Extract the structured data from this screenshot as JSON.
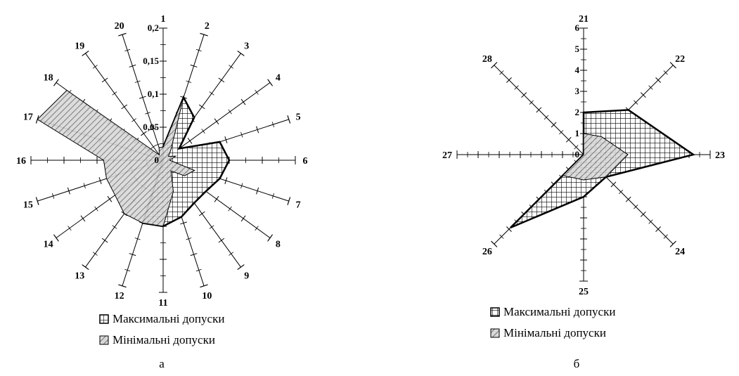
{
  "colors": {
    "max_fill": "#ffffff",
    "max_stroke": "#000000",
    "min_fill": "#ffffff",
    "min_stroke": "#000000"
  },
  "chart_data": [
    {
      "type": "radar",
      "panel_label": "а",
      "axes": [
        "1",
        "2",
        "3",
        "4",
        "5",
        "6",
        "7",
        "8",
        "9",
        "10",
        "11",
        "12",
        "13",
        "14",
        "15",
        "16",
        "17",
        "18",
        "19",
        "20"
      ],
      "rmax": 0.2,
      "ticks": [
        0.05,
        0.1,
        0.15,
        0.2
      ],
      "tick_labels": [
        "0",
        "0,05",
        "0,1",
        "0,15",
        "0,2"
      ],
      "series": [
        {
          "name": "Максимальні допуски",
          "pattern": "grid",
          "values": [
            0.02,
            0.1,
            0.08,
            0.03,
            0.09,
            0.1,
            0.09,
            0.08,
            0.08,
            0.09,
            0.1,
            0.1,
            0.0,
            0.0,
            0.0,
            0.0,
            0.0,
            0.0,
            0.0,
            0.0
          ]
        },
        {
          "name": "Мінімальні допуски",
          "pattern": "hatch",
          "values": [
            0.02,
            0.1,
            0.02,
            0.01,
            0.02,
            0.01,
            0.05,
            0.04,
            0.02,
            0.05,
            0.1,
            0.1,
            0.1,
            0.09,
            0.09,
            0.09,
            0.2,
            0.18,
            0.01,
            0.02
          ]
        }
      ]
    },
    {
      "type": "radar",
      "panel_label": "б",
      "axes": [
        "21",
        "22",
        "23",
        "24",
        "25",
        "26",
        "27",
        "28"
      ],
      "rmax": 6,
      "ticks": [
        1,
        2,
        3,
        4,
        5,
        6
      ],
      "tick_labels": [
        "0",
        "1",
        "2",
        "3",
        "4",
        "5",
        "6"
      ],
      "series": [
        {
          "name": "Максимальні допуски",
          "pattern": "grid",
          "values": [
            2,
            3,
            5.2,
            1.5,
            2,
            4.9,
            0,
            0
          ]
        },
        {
          "name": "Мінімальні допуски",
          "pattern": "hatch",
          "values": [
            1,
            1.2,
            2.1,
            1.5,
            1.2,
            1.4,
            0,
            0
          ]
        }
      ]
    }
  ]
}
